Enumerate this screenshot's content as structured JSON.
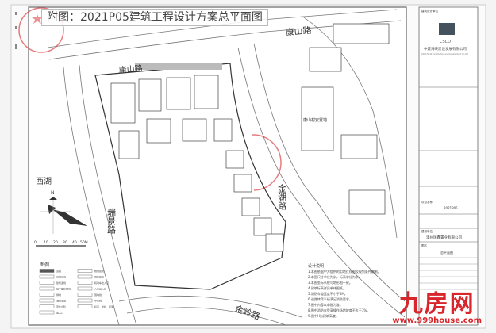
{
  "title": "附图：2021P05建筑工程设计方案总平面图",
  "roads": {
    "kangshan_top": "康山路",
    "kangshan_inner": "康山路",
    "ruijing": "瑞景路",
    "jinhu": "金湖路",
    "jinling": "金岭路",
    "xihu": "西湖",
    "resettlement": "康山村安置地"
  },
  "north": "N",
  "scale_bar": {
    "ticks": [
      "0",
      "10",
      "20",
      "30",
      "40",
      "50M"
    ]
  },
  "legend": {
    "title": "图例",
    "items": [
      "道路",
      "用地红线",
      "建筑退线",
      "地下室轮廓线",
      "绿地",
      "消防车道",
      "室外台阶",
      "出入口",
      "规划建筑",
      "现状建筑",
      "机动车出入口",
      "人行出入口",
      "围墙线",
      "中心线",
      "标高、坐标、距离"
    ]
  },
  "notes": {
    "title": "设计说明",
    "lines": [
      "1.本图依据甲方提供的用地红线图及规划条件编制。",
      "2.本图尺寸单位为米，标高单位为米。",
      "3.本图坐标系统与地形图一致。",
      "4.建筑标高详见单体图纸。",
      "5.消防车道宽度不小于4M。",
      "6.道路转弯半径满足消防要求。",
      "7.图中内容以审批为准。",
      "8.图中消防车登高操作场地坡度不大于3%。",
      "9.图中H为建筑高度。"
    ]
  },
  "title_block": {
    "design_unit_label": "建筑设计单位",
    "logo": "CSCD",
    "company": "中建海峡建设发展有限公司",
    "company_en": "CSCD Strait Construction and Development Co.,Ltd",
    "project_no_label": "项目名称",
    "project_no": "2021P05",
    "client_label": "建设单位",
    "client": "漳州国鑫置业有限公司",
    "drawing_label": "图名",
    "drawing_name": "总平面图"
  },
  "watermark": {
    "name": "九房网",
    "url": "www.999house.com"
  },
  "colors": {
    "stamp": "#d8262c",
    "line": "#555555",
    "building": "#444444"
  }
}
